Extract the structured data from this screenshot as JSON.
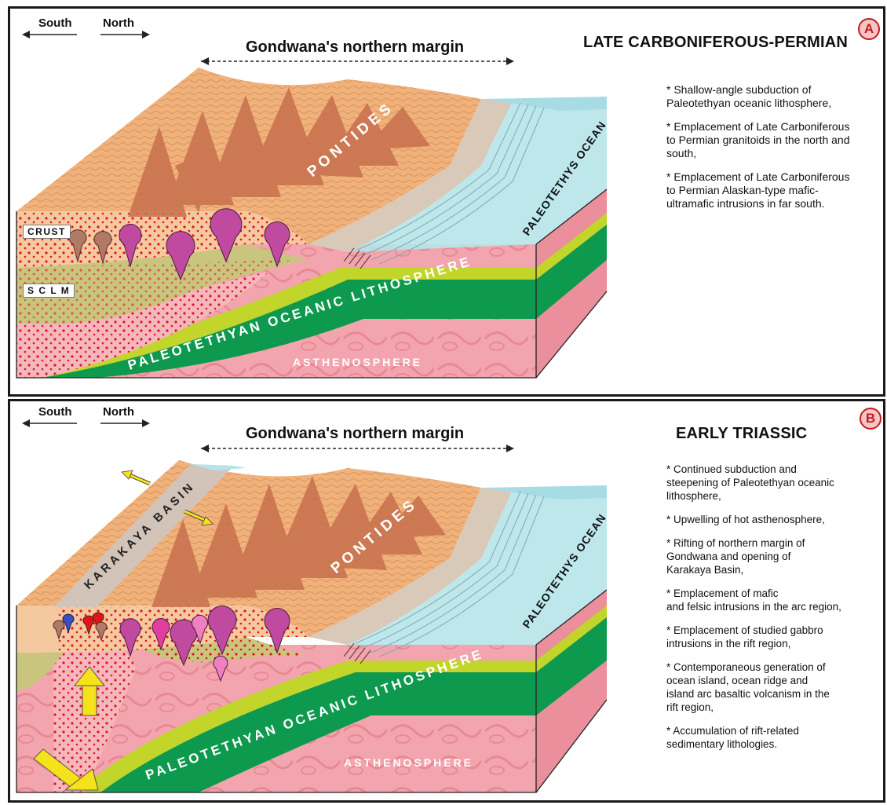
{
  "panel_a": {
    "letter": "A",
    "title": "LATE CARBONIFEROUS-PERMIAN",
    "south": "South",
    "north": "North",
    "margin_label": "Gondwana's northern margin",
    "pontides": "PONTIDES",
    "ocean": "PALEOTETHYS OCEAN",
    "crust": "CRUST",
    "sclm": "S C L M",
    "lithosphere": "PALEOTETHYAN OCEANIC LITHOSPHERE",
    "asthenosphere": "ASTHENOSPHERE",
    "notes": [
      "* Shallow-angle subduction of\nPaleotethyan oceanic lithosphere,",
      "* Emplacement of Late Carboniferous\nto Permian granitoids in the north and\nsouth,",
      "* Emplacement of Late Carboniferous\nto Permian Alaskan-type mafic-\nultramafic intrusions in far south."
    ]
  },
  "panel_b": {
    "letter": "B",
    "title": "EARLY TRIASSIC",
    "south": "South",
    "north": "North",
    "margin_label": "Gondwana's northern margin",
    "pontides": "PONTIDES",
    "ocean": "PALEOTETHYS OCEAN",
    "basin": "KARAKAYA BASIN",
    "lithosphere": "PALEOTETHYAN OCEANIC LITHOSPHERE",
    "asthenosphere": "ASTHENOSPHERE",
    "notes": [
      "* Continued subduction and\nsteepening of Paleotethyan oceanic\nlithosphere,",
      "* Upwelling of hot asthenosphere,",
      "* Rifting of northern margin of\nGondwana and opening of\nKarakaya Basin,",
      "* Emplacement of mafic\nand felsic intrusions in the arc region,",
      "* Emplacement of studied gabbro\nintrusions in the rift region,",
      "* Contemporaneous generation of\nocean island, ocean ridge and\nisland arc basaltic volcanism in the\nrift region,",
      "* Accumulation of rift-related\nsedimentary lithologies."
    ]
  },
  "colors": {
    "crust_top": "#f0b27a",
    "crust_side": "#f4c9a0",
    "mountain": "#c8704e",
    "sclm": "#c9c47e",
    "asthenosphere": "#f2a5ae",
    "lithosphere_green": "#0e9a4e",
    "lithosphere_yellow": "#c2d52a",
    "ocean": "#b7e4ea",
    "intrusion": "#c04aa0",
    "melt_dot": "#e0141b",
    "badge": "#c41c1c",
    "arrow_yellow": "#f6e21a"
  }
}
